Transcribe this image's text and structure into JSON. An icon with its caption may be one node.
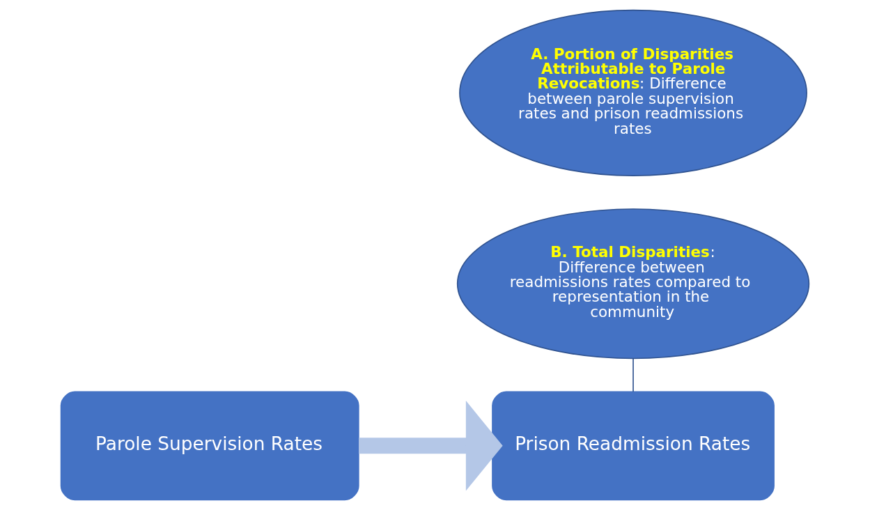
{
  "diagram": {
    "nodes": [
      {
        "text": [
          "Parole Supervision Rates"
        ]
      },
      {
        "text": [
          "Prison Readmission Rates"
        ]
      },
      {
        "text": [
          "**A. Portion of Disparities Attributable to Parole Revocations**: Difference between parole supervision rates and prison readmissions rates"
        ]
      },
      {
        "text": [
          "**B. Total Disparities**: Difference between readmissions rates compared to representation in the community"
        ]
      }
    ],
    "edges": [
      {
        "from": 0,
        "to": 1,
        "arrow": "to",
        "style": "thick",
        "color": "#b4c7e7"
      },
      {
        "from": 3,
        "to": 1,
        "arrow": "none",
        "color": "#2f528f"
      }
    ]
  }
}
